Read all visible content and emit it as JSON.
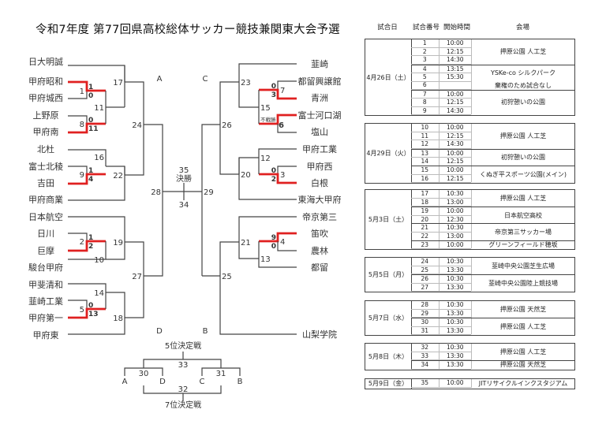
{
  "title": "令和7年度 第77回県高校総体サッカー競技兼関東大会予選",
  "bracket": {
    "left_teams": [
      "日大明誠",
      "甲府昭和",
      "甲府城西",
      "上野原",
      "甲府南",
      "北杜",
      "富士北稜",
      "吉田",
      "甲府商業",
      "日本航空",
      "日川",
      "巨摩",
      "駿台甲府",
      "甲斐清和",
      "韮崎工業",
      "甲府第一",
      "甲府東"
    ],
    "right_teams": [
      "韮崎",
      "都留興譲館",
      "青洲",
      "富士河口湖",
      "塩山",
      "甲府工業",
      "甲府西",
      "白根",
      "東海大甲府",
      "帝京第三",
      "笛吹",
      "農林",
      "都留",
      "山梨学院"
    ],
    "match_numbers": {
      "m1": "1",
      "m8": "8",
      "m9": "9",
      "m2": "2",
      "m5": "5",
      "m11": "11",
      "m16": "16",
      "m10": "10",
      "m14": "14",
      "m17": "17",
      "m22": "22",
      "m19": "19",
      "m18": "18",
      "m24": "24",
      "m27": "27",
      "m28": "28",
      "m7": "7",
      "m6": "6",
      "m3": "3",
      "m4": "4",
      "m15": "15",
      "m12": "12",
      "m13": "13",
      "m23": "23",
      "m20": "20",
      "m21": "21",
      "m26": "26",
      "m25": "25",
      "m29": "29",
      "m35": "35",
      "m34": "34",
      "m33": "33",
      "m30": "30",
      "m31": "31",
      "m32": "32"
    },
    "scores": {
      "m1_top": "1",
      "m1_bot": "0",
      "m8_top": "0",
      "m8_bot": "11",
      "m9_top": "1",
      "m9_bot": "4",
      "m2_top": "1",
      "m2_bot": "2",
      "m5_top": "0",
      "m5_bot": "13",
      "m7_top": "0",
      "m7_bot": "3",
      "m6_note": "不戦勝",
      "m3_top": "0",
      "m3_bot": "2",
      "m4_top": "9",
      "m4_bot": "0"
    },
    "block_labels": {
      "a": "A",
      "b": "B",
      "c": "C",
      "d": "D"
    },
    "final_label": "決勝",
    "fifth_label": "5位決定戦",
    "seventh_label": "7位決定戦",
    "placement_letters": [
      "A",
      "D",
      "C",
      "B"
    ]
  },
  "schedule": {
    "headers": [
      "試合日",
      "試合番号",
      "開始時間",
      "会場"
    ],
    "days": [
      {
        "date": "4月26日（土）",
        "groups": [
          {
            "venue": "押原公園 人工芝",
            "rows": [
              [
                "1",
                "10:00"
              ],
              [
                "2",
                "12:15"
              ],
              [
                "3",
                "14:30"
              ]
            ]
          },
          {
            "venue": "YSKe-co シルクパーク",
            "rows": [
              [
                "4",
                "13:15"
              ],
              [
                "5",
                "15:30"
              ]
            ]
          },
          {
            "venue": "棄権のため試合なし",
            "rows": [
              [
                "6",
                ""
              ]
            ]
          },
          {
            "venue": "初狩憩いの公園",
            "rows": [
              [
                "7",
                "10:00"
              ],
              [
                "8",
                "12:15"
              ],
              [
                "9",
                "14:30"
              ]
            ]
          }
        ]
      },
      {
        "date": "4月29日（火）",
        "groups": [
          {
            "venue": "押原公園 人工芝",
            "rows": [
              [
                "10",
                "10:00"
              ],
              [
                "11",
                "12:15"
              ],
              [
                "12",
                "14:30"
              ]
            ]
          },
          {
            "venue": "初狩憩いの公園",
            "rows": [
              [
                "13",
                "10:00"
              ],
              [
                "14",
                "12:15"
              ]
            ]
          },
          {
            "venue": "くぬぎ平スポーツ公園(メイン)",
            "rows": [
              [
                "15",
                "10:00"
              ],
              [
                "16",
                "12:15"
              ]
            ]
          }
        ]
      },
      {
        "date": "5月3日（土）",
        "groups": [
          {
            "venue": "押原公園 人工芝",
            "rows": [
              [
                "17",
                "10:30"
              ],
              [
                "18",
                "13:00"
              ]
            ]
          },
          {
            "venue": "日本航空高校",
            "rows": [
              [
                "19",
                "10:00"
              ],
              [
                "20",
                "12:30"
              ]
            ]
          },
          {
            "venue": "帝京第三サッカー場",
            "rows": [
              [
                "21",
                "10:30"
              ],
              [
                "22",
                "13:00"
              ]
            ]
          },
          {
            "venue": "グリーンフィールド穂坂",
            "rows": [
              [
                "23",
                "10:00"
              ]
            ]
          }
        ]
      },
      {
        "date": "5月5日（月）",
        "groups": [
          {
            "venue": "韮崎中央公園芝生広場",
            "rows": [
              [
                "24",
                "10:30"
              ],
              [
                "25",
                "13:30"
              ]
            ]
          },
          {
            "venue": "韮崎中央公園陸上競技場",
            "rows": [
              [
                "26",
                "10:30"
              ],
              [
                "27",
                "13:30"
              ]
            ]
          }
        ]
      },
      {
        "date": "5月7日（水）",
        "groups": [
          {
            "venue": "押原公園 天然芝",
            "rows": [
              [
                "28",
                "10:30"
              ],
              [
                "29",
                "13:30"
              ]
            ]
          },
          {
            "venue": "押原公園 人工芝",
            "rows": [
              [
                "30",
                "10:30"
              ],
              [
                "31",
                "13:30"
              ]
            ]
          }
        ]
      },
      {
        "date": "5月8日（木）",
        "groups": [
          {
            "venue": "押原公園 人工芝",
            "rows": [
              [
                "32",
                "10:30"
              ],
              [
                "33",
                "13:30"
              ]
            ]
          },
          {
            "venue": "押原公園 天然芝",
            "rows": [
              [
                "34",
                "13:30"
              ]
            ]
          }
        ]
      },
      {
        "date": "5月9日（金）",
        "groups": [
          {
            "venue": "JITリサイクルインクスタジアム",
            "rows": [
              [
                "35",
                "10:00"
              ]
            ]
          }
        ]
      }
    ]
  },
  "colors": {
    "winner_line": "#e02020",
    "line": "#444444"
  }
}
